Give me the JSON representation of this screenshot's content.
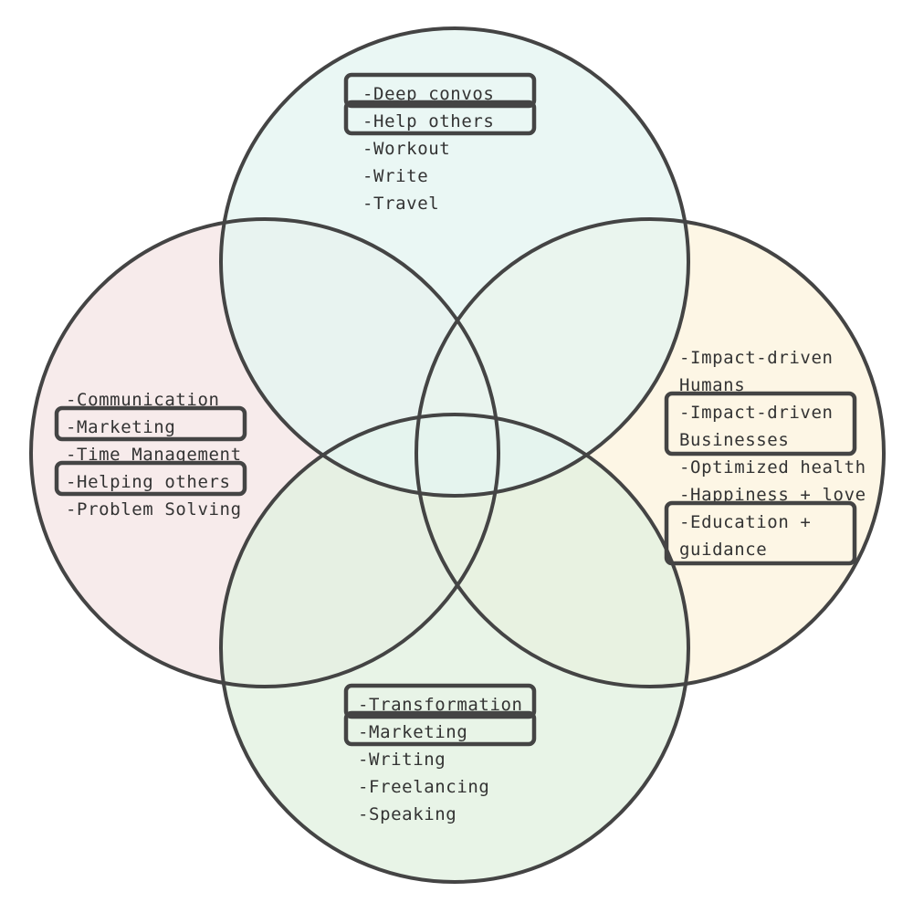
{
  "colors": {
    "top": "#e4f5f1",
    "left": "#f5e6e6",
    "right": "#fcf4de",
    "bottom": "#e1f1e0",
    "outline": "#444444",
    "text": "#333333"
  },
  "circles": {
    "top": {
      "items": [
        {
          "text": "-Deep convos",
          "highlighted": true
        },
        {
          "text": "-Help others",
          "highlighted": true
        },
        {
          "text": "-Workout",
          "highlighted": false
        },
        {
          "text": "-Write",
          "highlighted": false
        },
        {
          "text": "-Travel",
          "highlighted": false
        }
      ]
    },
    "left": {
      "items": [
        {
          "text": "-Communication",
          "highlighted": false
        },
        {
          "text": "-Marketing",
          "highlighted": true
        },
        {
          "text": "-Time Management",
          "highlighted": false
        },
        {
          "text": "-Helping others",
          "highlighted": true
        },
        {
          "text": "-Problem Solving",
          "highlighted": false
        }
      ]
    },
    "right": {
      "items": [
        {
          "lines": [
            "-Impact-driven",
            "Humans"
          ],
          "highlighted": false
        },
        {
          "lines": [
            "-Impact-driven",
            "Businesses"
          ],
          "highlighted": true
        },
        {
          "lines": [
            "-Optimized health"
          ],
          "highlighted": false
        },
        {
          "lines": [
            "-Happiness + love"
          ],
          "highlighted": false
        },
        {
          "lines": [
            "-Education +",
            "guidance"
          ],
          "highlighted": true
        }
      ]
    },
    "bottom": {
      "items": [
        {
          "text": "-Transformation",
          "highlighted": true
        },
        {
          "text": "-Marketing",
          "highlighted": true
        },
        {
          "text": "-Writing",
          "highlighted": false
        },
        {
          "text": "-Freelancing",
          "highlighted": false
        },
        {
          "text": "-Speaking",
          "highlighted": false
        }
      ]
    }
  }
}
